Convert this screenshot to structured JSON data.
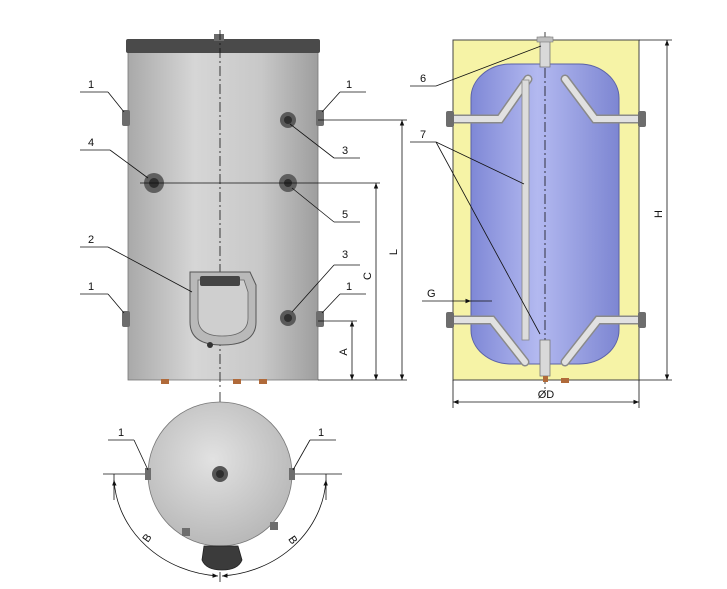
{
  "colors": {
    "tank_body": "#c4c4c4",
    "tank_cap": "#4a4a4a",
    "insulation": "#f6f3a6",
    "inner_tank": "#9aa3e6",
    "pipe": "#d9d9d9",
    "foot": "#b06a3a"
  },
  "callouts": {
    "c1": "1",
    "c2": "2",
    "c3": "3",
    "c4": "4",
    "c5": "5",
    "c6": "6",
    "c7": "7"
  },
  "dimensions": {
    "A": "A",
    "C": "C",
    "L": "L",
    "H": "H",
    "G": "G",
    "D": "ØD",
    "B": "B"
  }
}
